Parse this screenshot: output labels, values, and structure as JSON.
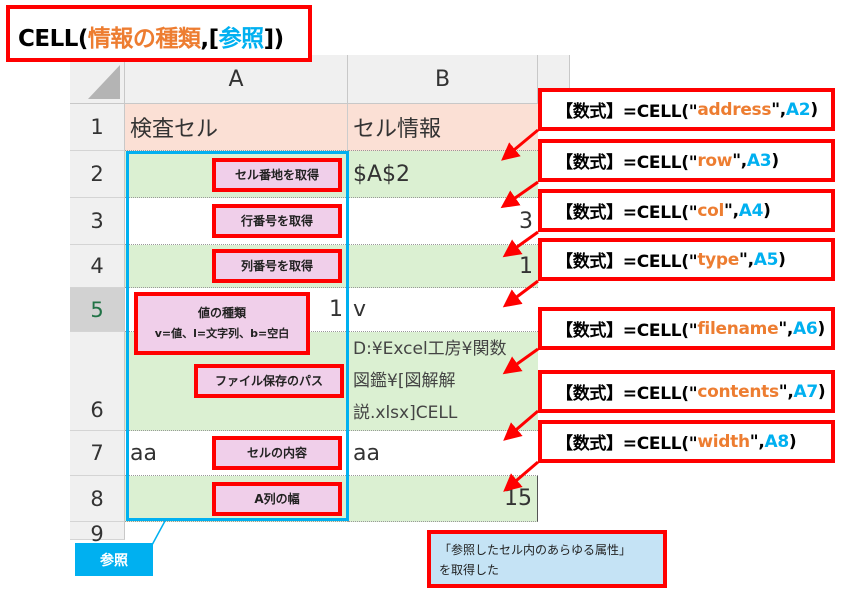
{
  "title": {
    "prefix": "CELL(",
    "info_type": "情報の種類",
    "mid": ",[",
    "ref": "参照",
    "suffix": "])"
  },
  "columns": [
    "A",
    "B"
  ],
  "rows": [
    {
      "num": "1",
      "a": "検査セル",
      "b": "セル情報"
    },
    {
      "num": "2",
      "a": "",
      "b": "$A$2",
      "note": "セル番地を取得"
    },
    {
      "num": "3",
      "a": "",
      "b": "3",
      "note": "行番号を取得"
    },
    {
      "num": "4",
      "a": "",
      "b": "1",
      "note": "列番号を取得"
    },
    {
      "num": "5",
      "a": "1",
      "b": "v",
      "note_line1": "値の種類",
      "note_line2": "v=値、l=文字列、b=空白"
    },
    {
      "num": "6",
      "a": "",
      "b_lines": [
        "D:¥Excel工房¥関数",
        "図鑑¥[図解解",
        "説.xlsx]CELL"
      ],
      "note": "ファイル保存のパス"
    },
    {
      "num": "7",
      "a": "aa",
      "b": "aa",
      "note": "セルの内容"
    },
    {
      "num": "8",
      "a": "",
      "b": "15",
      "note": "A列の幅"
    },
    {
      "num": "9"
    }
  ],
  "formulas": [
    {
      "label": "【数式】=CELL(\"",
      "arg": "address",
      "sep": "\",",
      "ref": "A2",
      "end": ")"
    },
    {
      "label": "【数式】=CELL(\"",
      "arg": "row",
      "sep": "\",",
      "ref": "A3",
      "end": ")"
    },
    {
      "label": "【数式】=CELL(\"",
      "arg": "col",
      "sep": "\",",
      "ref": "A4",
      "end": ")"
    },
    {
      "label": "【数式】=CELL(\"",
      "arg": "type",
      "sep": "\",",
      "ref": "A5",
      "end": ")"
    },
    {
      "label": "【数式】=CELL(\"",
      "arg": "filename",
      "sep": "\",",
      "ref": "A6",
      "end": ")"
    },
    {
      "label": "【数式】=CELL(\"",
      "arg": "contents",
      "sep": "\",",
      "ref": "A7",
      "end": ")"
    },
    {
      "label": "【数式】=CELL(\"",
      "arg": "width",
      "sep": "\",",
      "ref": "A8",
      "end": ")"
    }
  ],
  "ref_label": "参照",
  "summary": {
    "line1": "「参照したセル内のあらゆる属性」",
    "line2": "を取得した"
  },
  "colors": {
    "red": "#ff0000",
    "blue": "#00b0f0",
    "orange": "#ed7d31",
    "green": "#dbf0d2",
    "pink": "#f0cfea"
  }
}
